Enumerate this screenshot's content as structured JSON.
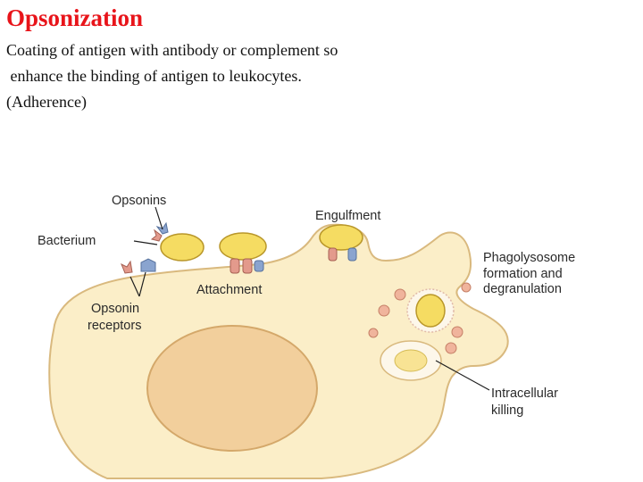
{
  "slide": {
    "title": "Opsonization",
    "lines": [
      "Coating of antigen with antibody or complement so",
      " enhance the binding of antigen to leukocytes.",
      "(Adherence)"
    ]
  },
  "diagram": {
    "labels": {
      "opsonins": "Opsonins",
      "bacterium": "Bacterium",
      "opsonin_receptors_1": "Opsonin",
      "opsonin_receptors_2": "receptors",
      "attachment": "Attachment",
      "engulfment": "Engulfment",
      "phagolysosome_1": "Phagolysosome",
      "phagolysosome_2": "formation and",
      "phagolysosome_3": "degranulation",
      "killing_1": "Intracellular",
      "killing_2": "killing"
    },
    "colors": {
      "cell_fill": "#fbeec8",
      "cell_stroke": "#d9b97e",
      "nucleus_fill": "#f2cf9c",
      "bacterium_fill": "#f5dc62",
      "bacterium_stroke": "#b9972a",
      "opsonin_pink": "#e39a8c",
      "receptor_blue": "#8aa4cf",
      "granule": "#f0b49c",
      "title_red": "#e8141a"
    }
  }
}
